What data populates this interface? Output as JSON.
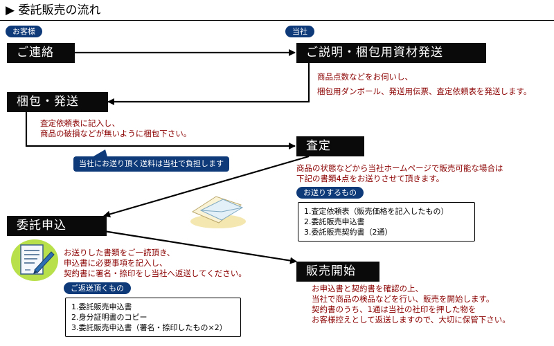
{
  "title": "委託販売の流れ",
  "labels": {
    "customer": "お客様",
    "company": "当社"
  },
  "steps": {
    "contact": "ご連絡",
    "explain_ship": "ご説明・梱包用資材発送",
    "pack_ship": "梱包・発送",
    "appraisal": "査定",
    "apply": "委託申込",
    "start_sale": "販売開始"
  },
  "notes": {
    "explain": [
      "商品点数などをお伺いし、",
      "梱包用ダンボール、発送用伝票、査定依頼表を発送します。"
    ],
    "pack": [
      "査定依頼表に記入し、",
      "商品の破損などが無いように梱包下さい。"
    ],
    "shipping_callout": "当社にお送り頂く送料は当社で負担します",
    "appraisal": [
      "商品の状態などから当社ホームページで販売可能な場合は",
      "下記の書類4点をお送りさせて頂きます。"
    ],
    "apply": [
      "お送りした書類をご一読頂き、",
      "申込書に必要事項を記入し、",
      "契約書に署名・捺印をし当社へ返送してください。"
    ],
    "start_sale": [
      "お申込書と契約書を確認の上、",
      "当社で商品の検品などを行い、販売を開始します。",
      "契約書のうち、1通は当社の社印を押した物を",
      "お客様控えとして返送しますので、大切に保管下さい。"
    ]
  },
  "send_list": {
    "label": "お送りするもの",
    "items": [
      "1.査定依頼表（販売価格を記入したもの）",
      "2.委託販売申込書",
      "3.委託販売契約書（2通）"
    ]
  },
  "return_list": {
    "label": "ご返送頂くもの",
    "items": [
      "1.委託販売申込書",
      "2.身分証明書のコピー",
      "3.委託販売申込書（署名・捺印したもの×2）"
    ]
  },
  "colors": {
    "box": "#0a0a0a",
    "pill": "#0e3a7a",
    "note_text": "#8b0000"
  }
}
